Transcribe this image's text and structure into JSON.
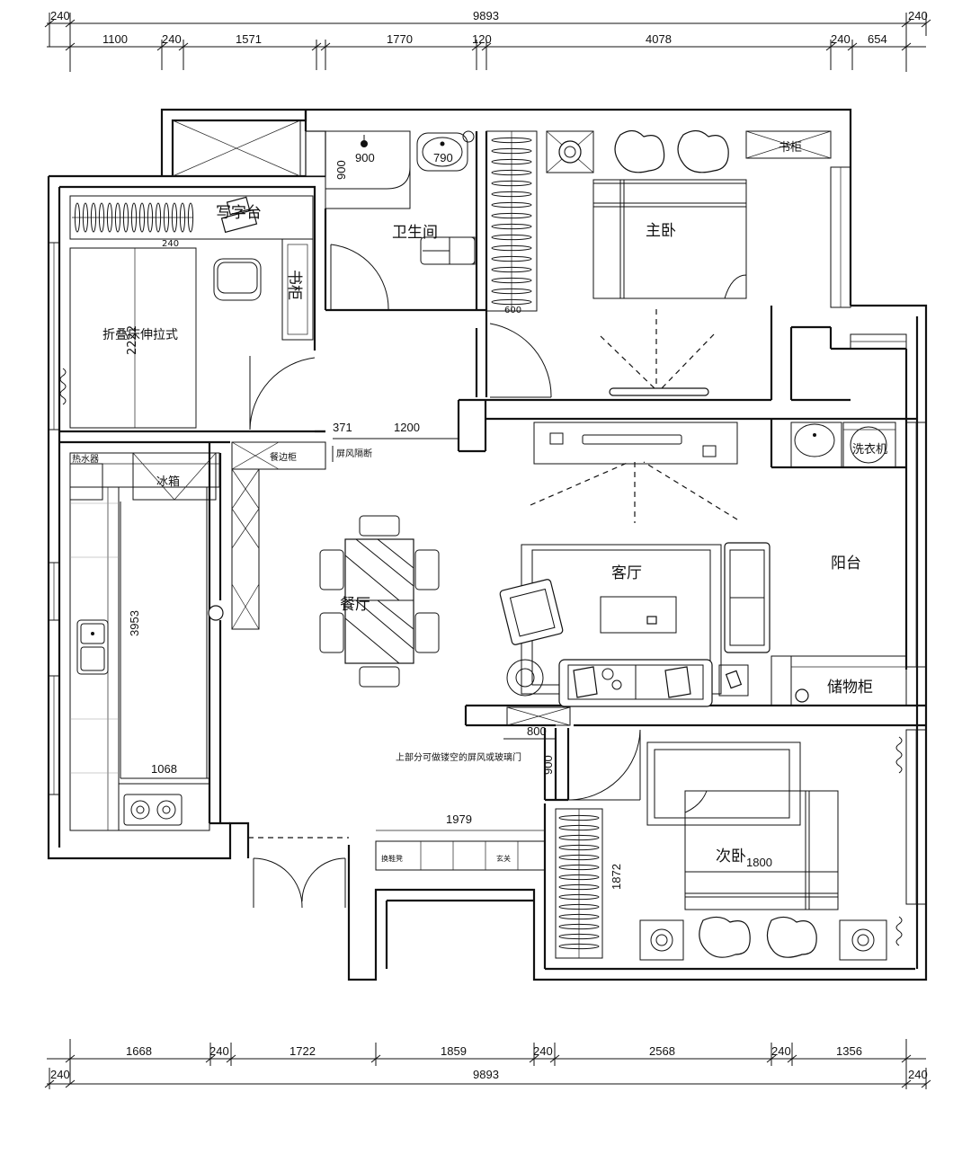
{
  "dimensions": {
    "top_outer_left": "240",
    "top_total": "9893",
    "top_outer_right": "240",
    "top_segments": [
      "1100",
      "240",
      "1571",
      "1770",
      "120",
      "4078",
      "240",
      "654"
    ],
    "bottom_segments": [
      "1668",
      "240",
      "1722",
      "1859",
      "240",
      "2568",
      "240",
      "1356"
    ],
    "bottom_outer_left": "240",
    "bottom_total": "9893",
    "bottom_outer_right": "240",
    "interior": {
      "shower": "900",
      "shower_v": "900",
      "basin": "790",
      "wardrobe_master": "600",
      "study_desk": "240",
      "folding_bed": "2222",
      "opening_371": "371",
      "opening_1200": "1200",
      "kitchen": "3953",
      "kitchen_counter": "1068",
      "door_800": "800",
      "door_900": "900",
      "entry_cabinet": "1979",
      "wardrobe_second": "1872",
      "bed_second": "1800"
    }
  },
  "rooms": {
    "master_bedroom": "主卧",
    "bathroom": "卫生间",
    "desk": "写字台",
    "bookcase_study": "书柜",
    "folding_bed": "折叠床伸拉式",
    "bookcase_master": "书柜",
    "living_room": "客厅",
    "dining_room": "餐厅",
    "balcony": "阳台",
    "storage": "储物柜",
    "washer": "洗衣机",
    "fridge": "冰箱",
    "water_heater": "热水器",
    "sideboard": "餐边柜",
    "screen": "屏风隔断",
    "second_bedroom": "次卧",
    "shoe_cabinet": "换鞋凳",
    "entrance": "玄关",
    "note": "上部分可做镂空的屏风或玻璃门"
  }
}
